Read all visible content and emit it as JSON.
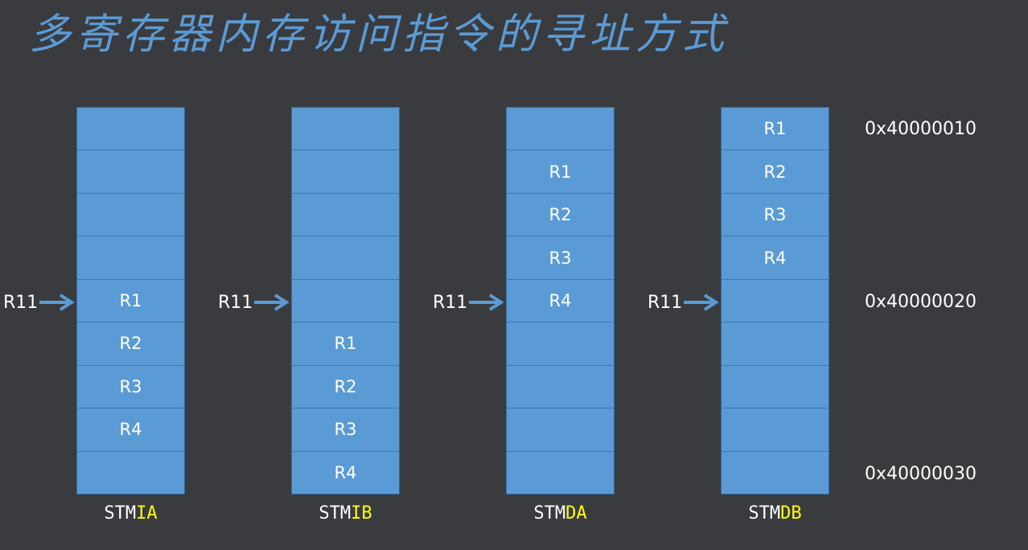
{
  "title": "多寄存器内存访问指令的寻址方式",
  "pointer_label": "R11",
  "addresses": [
    "0x40000010",
    "0x40000020",
    "0x40000030"
  ],
  "columns": [
    {
      "prefix": "STM",
      "mode": "IA",
      "cells": [
        "",
        "",
        "",
        "",
        "R1",
        "R2",
        "R3",
        "R4",
        ""
      ]
    },
    {
      "prefix": "STM",
      "mode": "IB",
      "cells": [
        "",
        "",
        "",
        "",
        "",
        "R1",
        "R2",
        "R3",
        "R4"
      ]
    },
    {
      "prefix": "STM",
      "mode": "DA",
      "cells": [
        "",
        "R1",
        "R2",
        "R3",
        "R4",
        "",
        "",
        "",
        ""
      ]
    },
    {
      "prefix": "STM",
      "mode": "DB",
      "cells": [
        "R1",
        "R2",
        "R3",
        "R4",
        "",
        "",
        "",
        "",
        ""
      ]
    }
  ],
  "colors": {
    "title": "#5b9bd5",
    "cell_fill": "#5b9bd5",
    "mode_highlight": "#ffff00",
    "background": "#3a3b3f"
  }
}
